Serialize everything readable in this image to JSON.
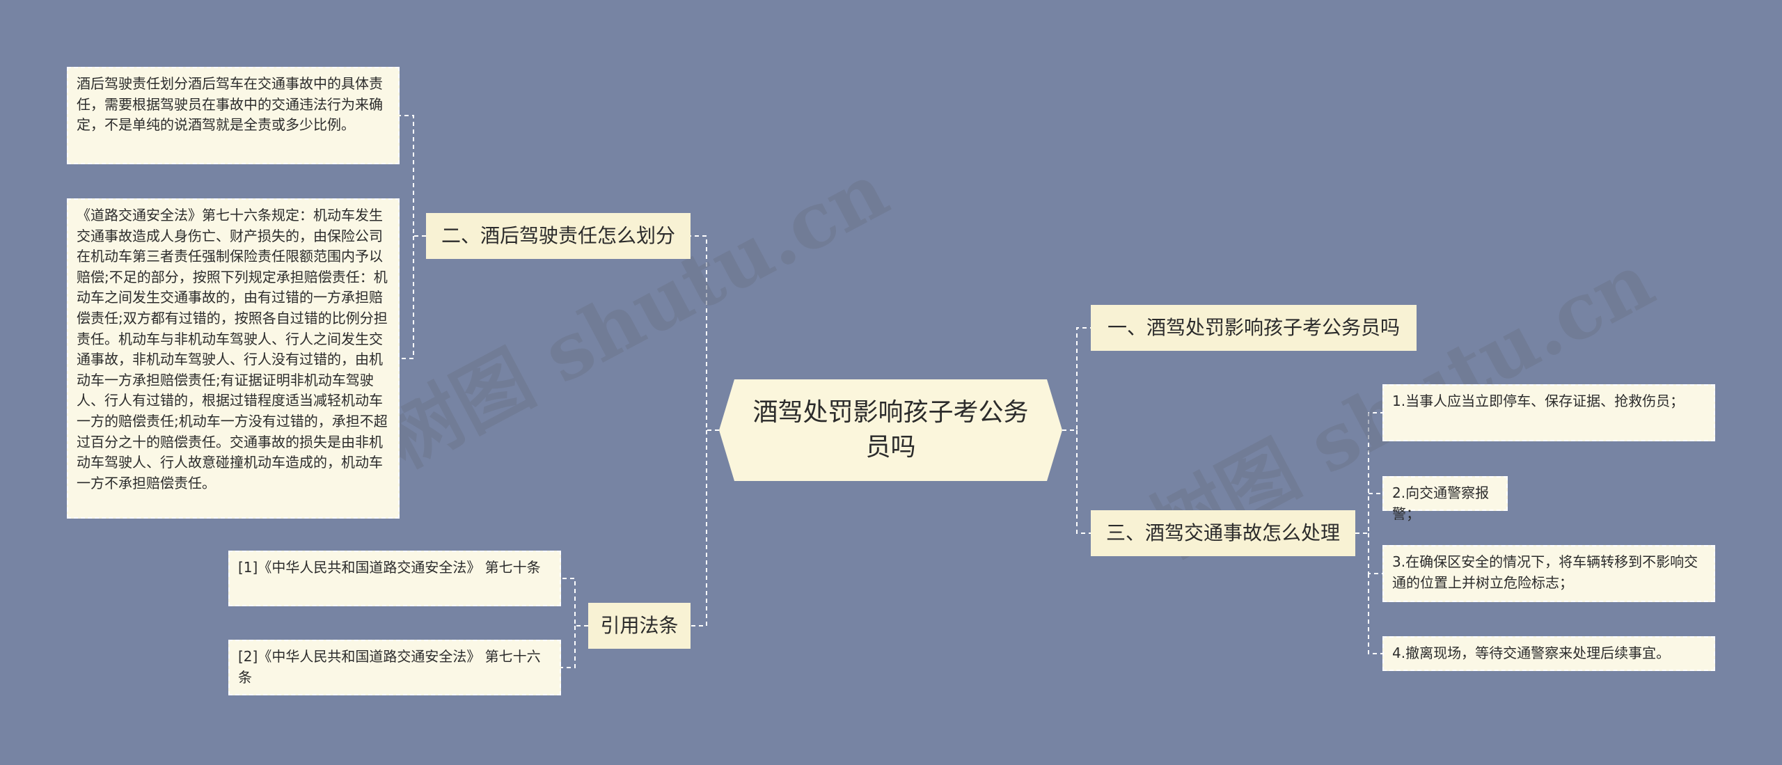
{
  "root": {
    "label": "酒驾处罚影响孩子考公务员吗"
  },
  "branches": [
    {
      "id": "b1",
      "label": "二、酒后驾驶责任怎么划分",
      "leaves": [
        "酒后驾驶责任划分酒后驾车在交通事故中的具体责任，需要根据驾驶员在事故中的交通违法行为来确定，不是单纯的说酒驾就是全责或多少比例。",
        "《道路交通安全法》第七十六条规定：机动车发生交通事故造成人身伤亡、财产损失的，由保险公司在机动车第三者责任强制保险责任限额范围内予以赔偿;不足的部分，按照下列规定承担赔偿责任：机动车之间发生交通事故的，由有过错的一方承担赔偿责任;双方都有过错的，按照各自过错的比例分担责任。机动车与非机动车驾驶人、行人之间发生交通事故，非机动车驾驶人、行人没有过错的，由机动车一方承担赔偿责任;有证据证明非机动车驾驶人、行人有过错的，根据过错程度适当减轻机动车一方的赔偿责任;机动车一方没有过错的，承担不超过百分之十的赔偿责任。交通事故的损失是由非机动车驾驶人、行人故意碰撞机动车造成的，机动车一方不承担赔偿责任。"
      ]
    },
    {
      "id": "b2",
      "label": "引用法条",
      "leaves": [
        "[1]《中华人民共和国道路交通安全法》 第七十条",
        "[2]《中华人民共和国道路交通安全法》 第七十六条"
      ]
    },
    {
      "id": "b3",
      "label": "一、酒驾处罚影响孩子考公务员吗",
      "leaves": []
    },
    {
      "id": "b4",
      "label": "三、酒驾交通事故怎么处理",
      "leaves": [
        "1.当事人应当立即停车、保存证据、抢救伤员；",
        "2.向交通警察报警；",
        "3.在确保区安全的情况下，将车辆转移到不影响交通的位置上并树立危险标志；",
        "4.撤离现场，等待交通警察来处理后续事宜。"
      ]
    }
  ],
  "watermark": {
    "text": "树图 shutu.cn"
  }
}
